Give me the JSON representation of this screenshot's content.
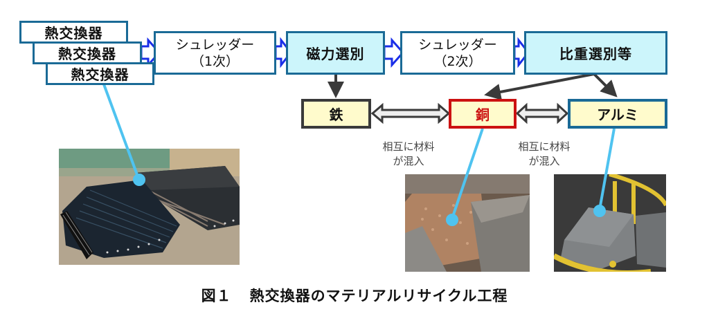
{
  "diagram": {
    "inputs": [
      {
        "label": "熱交換器"
      },
      {
        "label": "熱交換器"
      },
      {
        "label": "熱交換器"
      }
    ],
    "process_steps": [
      {
        "line1": "シュレッダー",
        "line2": "（1次）"
      },
      {
        "label": "磁力選別"
      },
      {
        "line1": "シュレッダー",
        "line2": "（2次）"
      },
      {
        "label": "比重選別等"
      }
    ],
    "materials": {
      "iron": "鉄",
      "copper": "銅",
      "aluminum": "アルミ"
    },
    "notes": [
      {
        "line1": "相互に材料",
        "line2": "が混入"
      },
      {
        "line1": "相互に材料",
        "line2": "が混入"
      }
    ],
    "colors": {
      "box_border": "#1a6a96",
      "cyan_fill": "#ccf5fb",
      "material_fill": "#fffbcc",
      "copper_border": "#cc1111",
      "flow_arrow": "#1a2ee8",
      "pointer_line": "#4fc3f0",
      "dark_arrow": "#3a3a3a"
    }
  },
  "caption": {
    "number": "図１",
    "text": "熱交換器のマテリアルリサイクル工程"
  }
}
